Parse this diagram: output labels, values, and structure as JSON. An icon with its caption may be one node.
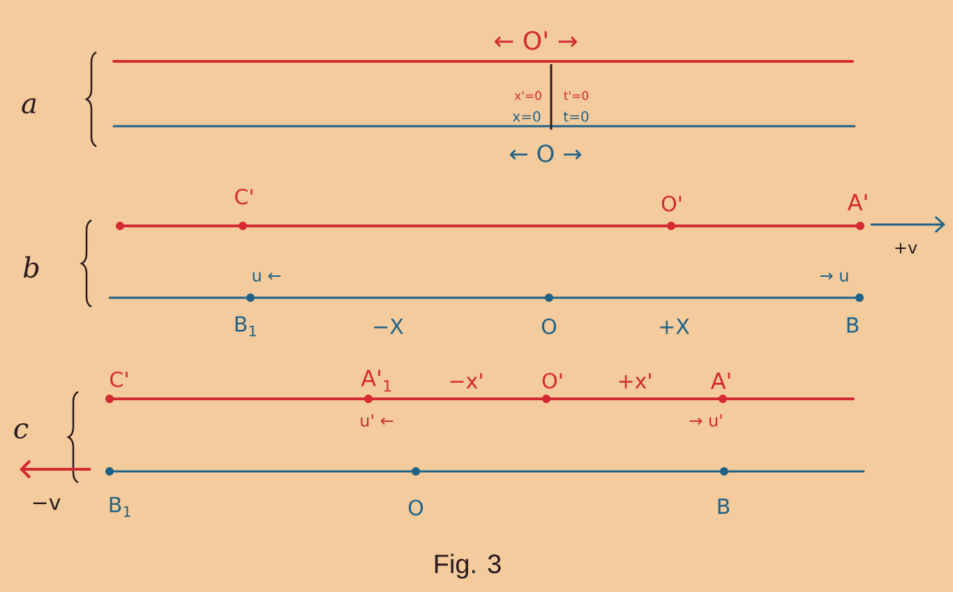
{
  "diagram": {
    "caption": "Fig. 3",
    "labels": [
      "← O' →",
      "x'=0",
      "t'=0",
      "a",
      "x=0",
      "t=0",
      "← O →",
      "C'",
      "O'",
      "A'",
      "b",
      "+v",
      "u ←",
      "→ u",
      "B$_{1}$",
      "−X",
      "O",
      "+X",
      "B",
      "C'",
      "A'$_{1}$",
      "−x'",
      "O'",
      "+x'",
      "A'",
      "u' ←",
      "→ u'",
      "c",
      "−v",
      "B$_{1}$",
      "O",
      "B"
    ]
  }
}
